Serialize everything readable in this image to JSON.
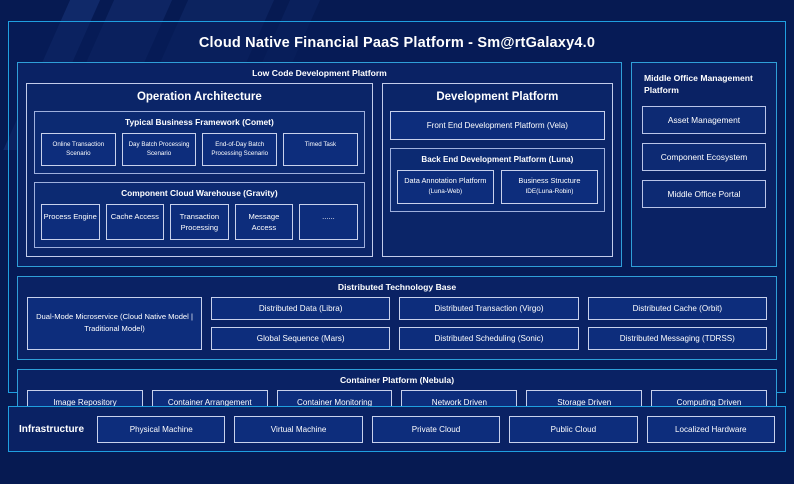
{
  "title": "Cloud Native Financial PaaS Platform - Sm@rtGalaxy4.0",
  "colors": {
    "background": "#061a52",
    "panel_border": "#1f9fe0",
    "panel_fill": "#0a2264",
    "box_border": "#c8d1ec",
    "box_fill": "#0d2d7c",
    "text": "#ffffff"
  },
  "low_code": {
    "header": "Low Code Development Platform",
    "operation_architecture": {
      "title": "Operation Architecture",
      "groups": [
        {
          "title": "Typical Business Framework (Comet)",
          "items": [
            "Online Transaction Scenario",
            "Day Batch Processing Scenario",
            "End-of-Day Batch Processing Scenario",
            "Timed Task"
          ]
        },
        {
          "title": "Component Cloud Warehouse (Gravity)",
          "items": [
            "Process Engine",
            "Cache Access",
            "Transaction Processing",
            "Message Access",
            "......"
          ]
        }
      ]
    },
    "development_platform": {
      "title": "Development Platform",
      "front_end": "Front End Development Platform (Vela)",
      "back_end": {
        "title": "Back End Development Platform (Luna)",
        "items": [
          {
            "name": "Data Annotation Platform",
            "code": "(Luna-Web)"
          },
          {
            "name": "Business Structure",
            "code": "IDE(Luna-Robin)"
          }
        ]
      }
    }
  },
  "middle_office": {
    "title": "Middle Office Management Platform",
    "items": [
      "Asset Management",
      "Component Ecosystem",
      "Middle Office Portal"
    ]
  },
  "distributed_base": {
    "header": "Distributed Technology Base",
    "highlight": "Dual-Mode Microservice (Cloud Native Model | Traditional Model)",
    "columns": [
      [
        "Distributed Data (Libra)",
        "Global Sequence (Mars)"
      ],
      [
        "Distributed Transaction (Virgo)",
        "Distributed Scheduling (Sonic)"
      ],
      [
        "Distributed Cache (Orbit)",
        "Distributed Messaging (TDRSS)"
      ]
    ]
  },
  "container_platform": {
    "header": "Container Platform (Nebula)",
    "items": [
      "Image Repository",
      "Container Arrangement",
      "Container Monitoring",
      "Network Driven",
      "Storage Driven",
      "Computing Driven"
    ]
  },
  "infrastructure": {
    "label": "Infrastructure",
    "items": [
      "Physical Machine",
      "Virtual Machine",
      "Private Cloud",
      "Public Cloud",
      "Localized Hardware"
    ]
  }
}
